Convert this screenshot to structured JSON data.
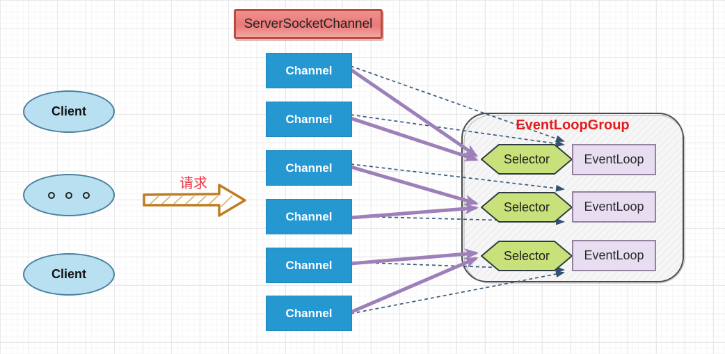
{
  "title_box": {
    "label": "ServerSocketChannel"
  },
  "channels": [
    "Channel",
    "Channel",
    "Channel",
    "Channel",
    "Channel",
    "Channel"
  ],
  "clients": {
    "top": "Client",
    "bottom": "Client"
  },
  "request_arrow": {
    "label": "请求"
  },
  "event_loop_group": {
    "title": "EventLoopGroup",
    "selectors": [
      "Selector",
      "Selector",
      "Selector"
    ],
    "event_loops": [
      "EventLoop",
      "EventLoop",
      "EventLoop"
    ]
  },
  "connections": {
    "purple_channel_to_selector": [
      [
        1,
        1
      ],
      [
        2,
        1
      ],
      [
        3,
        2
      ],
      [
        4,
        2
      ],
      [
        5,
        3
      ],
      [
        6,
        3
      ]
    ],
    "dashed_channel_to_eventloop": [
      [
        1,
        1
      ],
      [
        2,
        1
      ],
      [
        3,
        2
      ],
      [
        4,
        2
      ],
      [
        5,
        3
      ],
      [
        6,
        3
      ]
    ]
  },
  "colors": {
    "channel_fill": "#2598d2",
    "server_socket_fill": "#ea7a78",
    "server_socket_border": "#bb4a41",
    "client_fill": "#b8e0f0",
    "selector_fill": "#c9e17a",
    "event_loop_fill": "#e8ddf1",
    "group_background": "#f7f6f7",
    "purple_arrow": "#9d80ba",
    "dashed_arrow": "#3a5a78",
    "request_label_color": "#ea3340",
    "group_title_color": "#e51c1c",
    "block_arrow_outline": "#bf7c1f"
  }
}
